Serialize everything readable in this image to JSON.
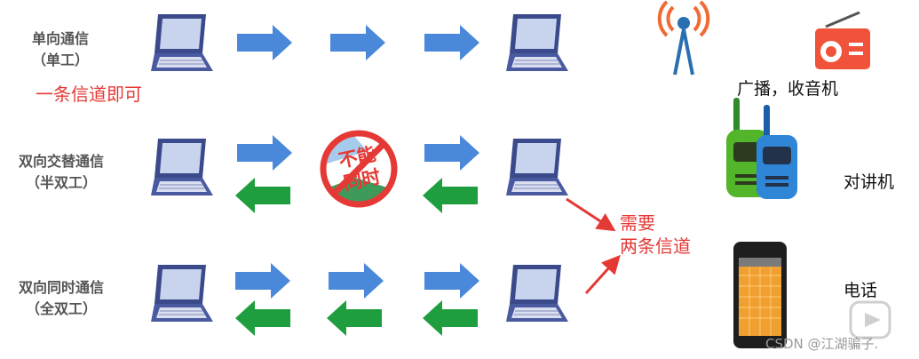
{
  "modes": [
    {
      "line1": "单向通信",
      "line2": "（单工）"
    },
    {
      "line1": "双向交替通信",
      "line2": "（半双工）"
    },
    {
      "line1": "双向同时通信",
      "line2": "（全双工）"
    }
  ],
  "notes": {
    "one_channel": "一条信道即可",
    "two_channels_line1": "需要",
    "two_channels_line2": "两条信道",
    "cannot_simultaneous_line1": "不能",
    "cannot_simultaneous_line2": "同时"
  },
  "devices": {
    "broadcast": "广播，收音机",
    "walkie_talkie": "对讲机",
    "phone": "电话"
  },
  "watermark": "CSDN @江湖骗子.",
  "colors": {
    "arrow_blue": "#4a88d9",
    "arrow_green": "#1e9e3e",
    "laptop": "#3a4a8a",
    "red": "#e53935"
  }
}
